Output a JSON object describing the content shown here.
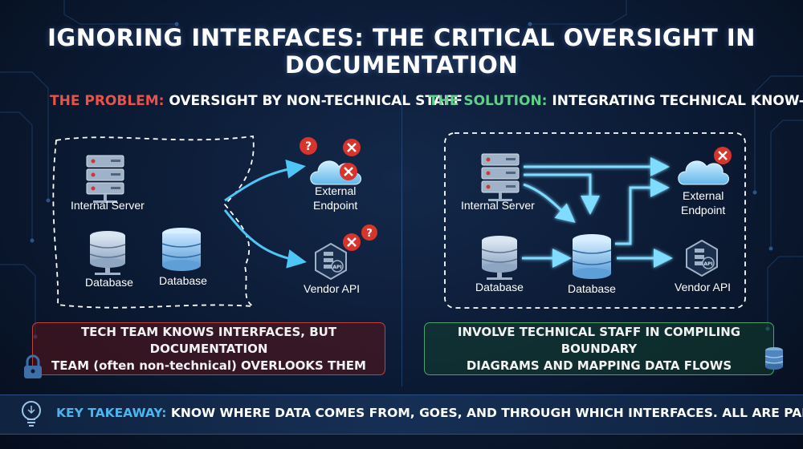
{
  "title": "IGNORING INTERFACES: THE CRITICAL OVERSIGHT IN DOCUMENTATION",
  "problem": {
    "label": "THE PROBLEM:",
    "text": " OVERSIGHT BY NON-TECHNICAL STAFF",
    "nodes": {
      "internal_server": "Internal Server",
      "database_1": "Database",
      "database_2": "Database",
      "external_endpoint_line1": "External",
      "external_endpoint_line2": "Endpoint",
      "vendor_api": "Vendor API"
    },
    "callout_line1": "TECH TEAM KNOWS INTERFACES, BUT DOCUMENTATION",
    "callout_line2": "TEAM (often non-technical) OVERLOOKS THEM"
  },
  "solution": {
    "label": "THE SOLUTION:",
    "text": " INTEGRATING TECHNICAL KNOW-HOW",
    "nodes": {
      "internal_server": "Internal Server",
      "database_1": "Database",
      "database_2": "Database",
      "external_endpoint_line1": "External",
      "external_endpoint_line2": "Endpoint",
      "vendor_api": "Vendor API"
    },
    "callout_line1": "INVOLVE TECHNICAL STAFF IN COMPILING BOUNDARY",
    "callout_line2": "DIAGRAMS AND MAPPING DATA FLOWS"
  },
  "takeaway": {
    "label": "KEY TAKEAWAY:",
    "text": " KNOW WHERE DATA COMES FROM, GOES, AND THROUGH WHICH INTERFACES. ALL ARE PART OF THE SYSTEM SCOPE."
  },
  "icons": {
    "api_badge": "API",
    "question_mark": "?",
    "cross_mark": "✕"
  },
  "colors": {
    "problem": "#e8524a",
    "solution": "#5fd08a",
    "takeaway": "#49b6f0",
    "flow": "#4ec6f5",
    "error": "#d8342c"
  }
}
